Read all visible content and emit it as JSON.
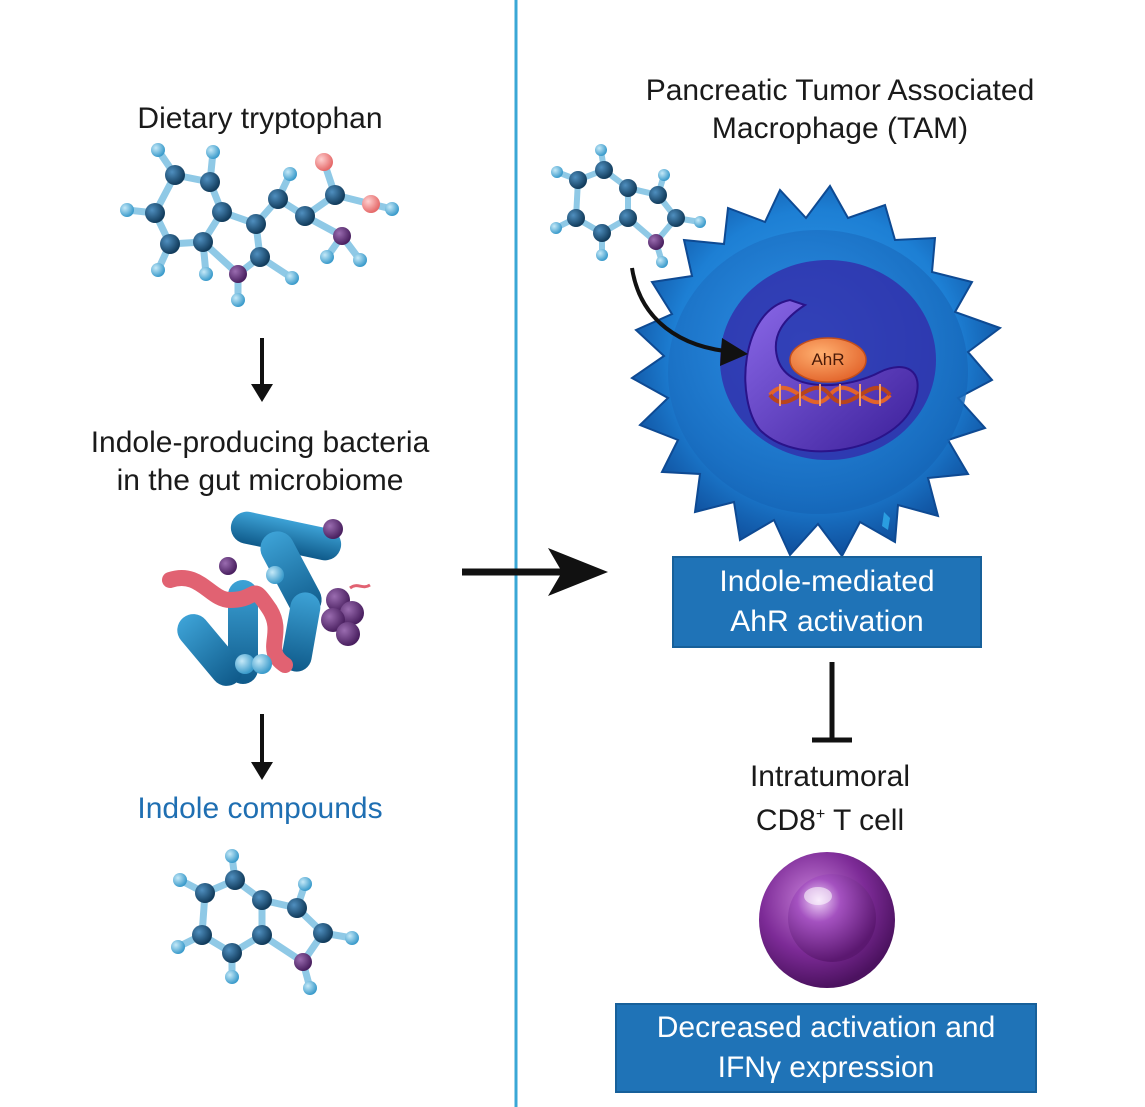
{
  "left": {
    "tryptophan_label": "Dietary tryptophan",
    "bacteria_label_line1": "Indole-producing bacteria",
    "bacteria_label_line2": "in the gut microbiome",
    "indole_label": "Indole compounds"
  },
  "right": {
    "tam_label_line1": "Pancreatic Tumor Associated",
    "tam_label_line2": "Macrophage (TAM)",
    "ahr_label": "AhR",
    "activation_box_line1": "Indole-mediated",
    "activation_box_line2": "AhR activation",
    "tcell_label_line1": "Intratumoral",
    "tcell_label_line2_main": "CD8",
    "tcell_label_line2_sup": "+",
    "tcell_label_line2_rest": " T cell",
    "outcome_box_line1": "Decreased activation and",
    "outcome_box_line2": "IFNγ expression"
  },
  "colors": {
    "divider": "#3aa7d6",
    "atom_dark": "#17476b",
    "atom_light": "#5ab3dd",
    "atom_nitrogen": "#5b2f6e",
    "atom_oxygen": "#f08a8a",
    "box_fill": "#1f73b7",
    "macrophage": "#1a82d8",
    "nucleus": "#4e2bb0",
    "ahr": "#ee7a3a",
    "tcell": "#7b2a93"
  }
}
